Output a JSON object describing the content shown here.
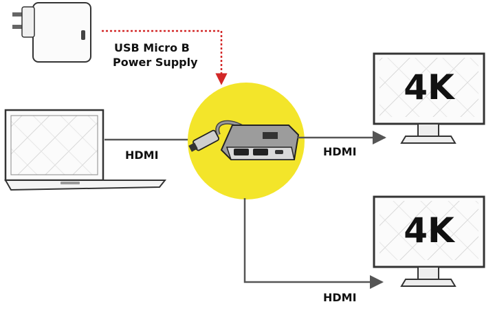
{
  "labels": {
    "power_line1": "USB Micro B",
    "power_line2": "Power Supply",
    "input_hdmi": "HDMI",
    "output_hdmi_top": "HDMI",
    "output_hdmi_bottom": "HDMI",
    "monitor_top": "4K",
    "monitor_bottom": "4K"
  },
  "colors": {
    "hub_circle": "#f3e52a",
    "power_dash": "#d22727",
    "line": "#555555",
    "text": "#111111"
  }
}
